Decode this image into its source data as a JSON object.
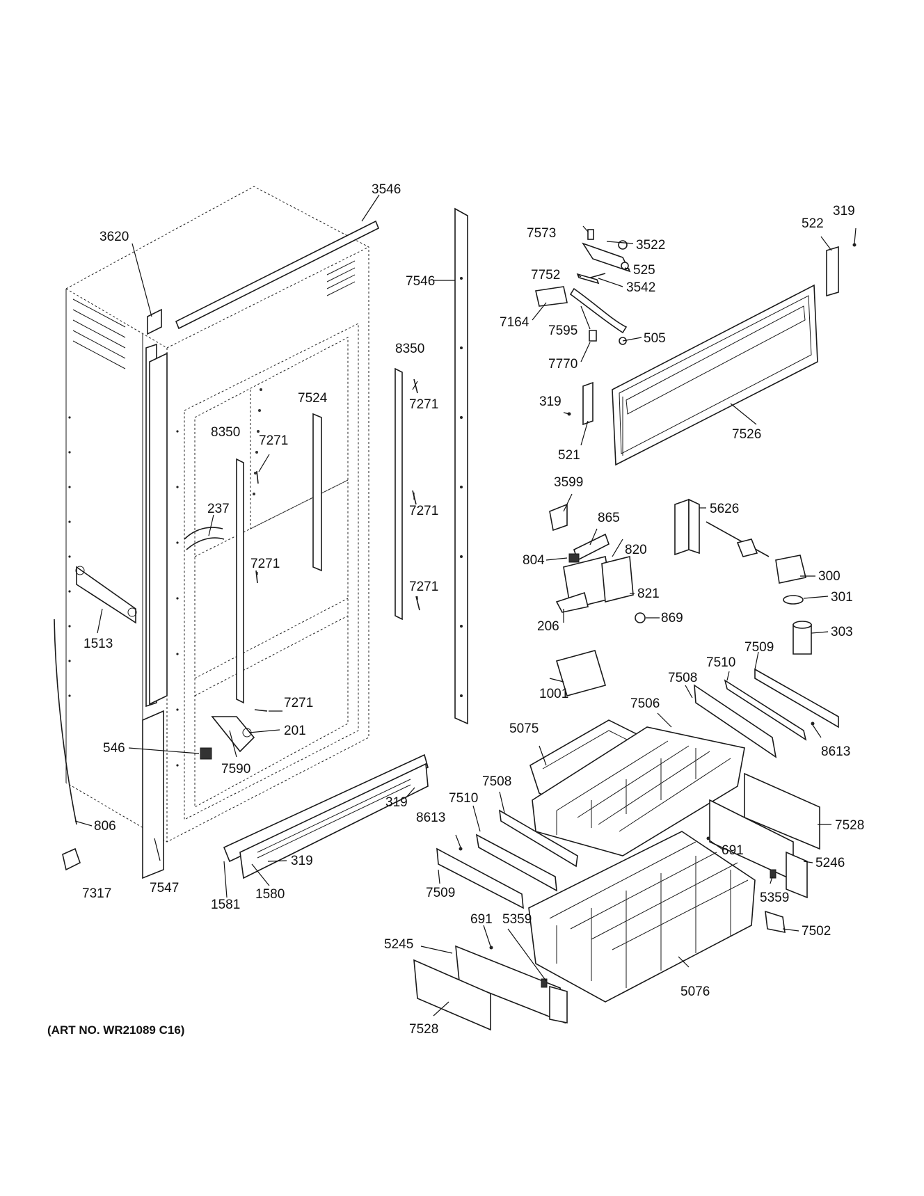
{
  "art_number": "(ART NO. WR21089 C16)",
  "callouts": [
    {
      "id": "c3546",
      "text": "3546"
    },
    {
      "id": "c3620",
      "text": "3620"
    },
    {
      "id": "c7546",
      "text": "7546"
    },
    {
      "id": "c8350a",
      "text": "8350"
    },
    {
      "id": "c7271a",
      "text": "7271"
    },
    {
      "id": "c7524",
      "text": "7524"
    },
    {
      "id": "c8350b",
      "text": "8350"
    },
    {
      "id": "c7271b",
      "text": "7271"
    },
    {
      "id": "c237",
      "text": "237"
    },
    {
      "id": "c7271c",
      "text": "7271"
    },
    {
      "id": "c7271d",
      "text": "7271"
    },
    {
      "id": "c7271e",
      "text": "7271"
    },
    {
      "id": "c1513",
      "text": "1513"
    },
    {
      "id": "c7271f",
      "text": "7271"
    },
    {
      "id": "c201",
      "text": "201"
    },
    {
      "id": "c546",
      "text": "546"
    },
    {
      "id": "c7590",
      "text": "7590"
    },
    {
      "id": "c806",
      "text": "806"
    },
    {
      "id": "c7317",
      "text": "7317"
    },
    {
      "id": "c7547",
      "text": "7547"
    },
    {
      "id": "c319a",
      "text": "319"
    },
    {
      "id": "c319b",
      "text": "319"
    },
    {
      "id": "c1581",
      "text": "1581"
    },
    {
      "id": "c1580",
      "text": "1580"
    },
    {
      "id": "c7573",
      "text": "7573"
    },
    {
      "id": "c3522",
      "text": "3522"
    },
    {
      "id": "c7752",
      "text": "7752"
    },
    {
      "id": "c525",
      "text": "525"
    },
    {
      "id": "c3542",
      "text": "3542"
    },
    {
      "id": "c7164",
      "text": "7164"
    },
    {
      "id": "c7595",
      "text": "7595"
    },
    {
      "id": "c505",
      "text": "505"
    },
    {
      "id": "c7770",
      "text": "7770"
    },
    {
      "id": "c319c",
      "text": "319"
    },
    {
      "id": "c522",
      "text": "522"
    },
    {
      "id": "c319d",
      "text": "319"
    },
    {
      "id": "c521",
      "text": "521"
    },
    {
      "id": "c7526",
      "text": "7526"
    },
    {
      "id": "c3599",
      "text": "3599"
    },
    {
      "id": "c865",
      "text": "865"
    },
    {
      "id": "c5626",
      "text": "5626"
    },
    {
      "id": "c804",
      "text": "804"
    },
    {
      "id": "c820",
      "text": "820"
    },
    {
      "id": "c300",
      "text": "300"
    },
    {
      "id": "c821",
      "text": "821"
    },
    {
      "id": "c301",
      "text": "301"
    },
    {
      "id": "c206",
      "text": "206"
    },
    {
      "id": "c869",
      "text": "869"
    },
    {
      "id": "c303",
      "text": "303"
    },
    {
      "id": "c7509a",
      "text": "7509"
    },
    {
      "id": "c7510a",
      "text": "7510"
    },
    {
      "id": "c7508a",
      "text": "7508"
    },
    {
      "id": "c1001",
      "text": "1001"
    },
    {
      "id": "c7506",
      "text": "7506"
    },
    {
      "id": "c5075",
      "text": "5075"
    },
    {
      "id": "c8613a",
      "text": "8613"
    },
    {
      "id": "c7508b",
      "text": "7508"
    },
    {
      "id": "c7510b",
      "text": "7510"
    },
    {
      "id": "c8613b",
      "text": "8613"
    },
    {
      "id": "c7528a",
      "text": "7528"
    },
    {
      "id": "c691a",
      "text": "691"
    },
    {
      "id": "c5246",
      "text": "5246"
    },
    {
      "id": "c7509b",
      "text": "7509"
    },
    {
      "id": "c5359a",
      "text": "5359"
    },
    {
      "id": "c7502",
      "text": "7502"
    },
    {
      "id": "c691b",
      "text": "691"
    },
    {
      "id": "c5359b",
      "text": "5359"
    },
    {
      "id": "c5245",
      "text": "5245"
    },
    {
      "id": "c5076",
      "text": "5076"
    },
    {
      "id": "c7528b",
      "text": "7528"
    }
  ]
}
